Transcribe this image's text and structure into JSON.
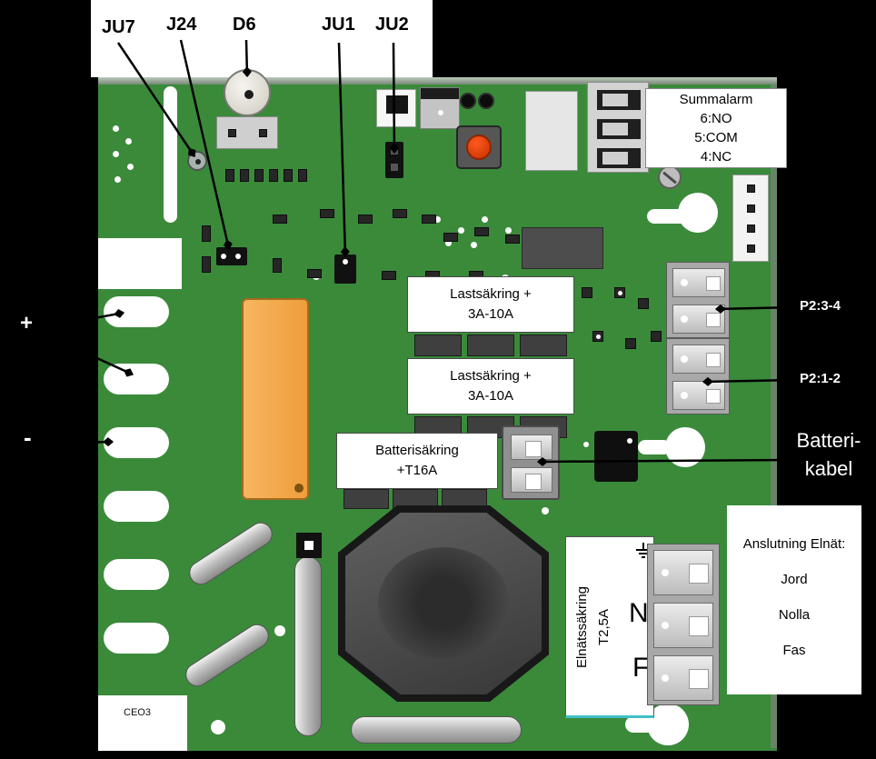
{
  "colors": {
    "board_green": "#3a8a3a",
    "component_orange": "#f2a44c",
    "button_red": "#e8470e",
    "accent_cyan": "#3fc1c9"
  },
  "top_callouts": {
    "ju7": "JU7",
    "j24": "J24",
    "d6": "D6",
    "ju1": "JU1",
    "ju2": "JU2"
  },
  "left_callouts": {
    "plus": "+",
    "minus": "-"
  },
  "right_callouts": {
    "p2_34": "P2:3-4",
    "p2_12": "P2:1-2",
    "battery_line1": "Batteri-",
    "battery_line2": "kabel"
  },
  "summalarm": {
    "title": "Summalarm",
    "row_no": "6:NO",
    "row_com": "5:COM",
    "row_nc": "4:NC"
  },
  "mains_connection": {
    "title": "Anslutning Elnät:",
    "earth": "Jord",
    "neutral": "Nolla",
    "phase": "Fas"
  },
  "fuses": {
    "load1_line1": "Lastsäkring +",
    "load1_line2": "3A-10A",
    "load2_line1": "Lastsäkring +",
    "load2_line2": "3A-10A",
    "battery_line1": "Batterisäkring",
    "battery_line2": "+T16A",
    "mains_line1": "Elnätssäkring",
    "mains_line2": "T2,5A"
  },
  "terminal_letters": {
    "neutral": "N",
    "phase": "F"
  },
  "board": {
    "id": "CEO3"
  }
}
